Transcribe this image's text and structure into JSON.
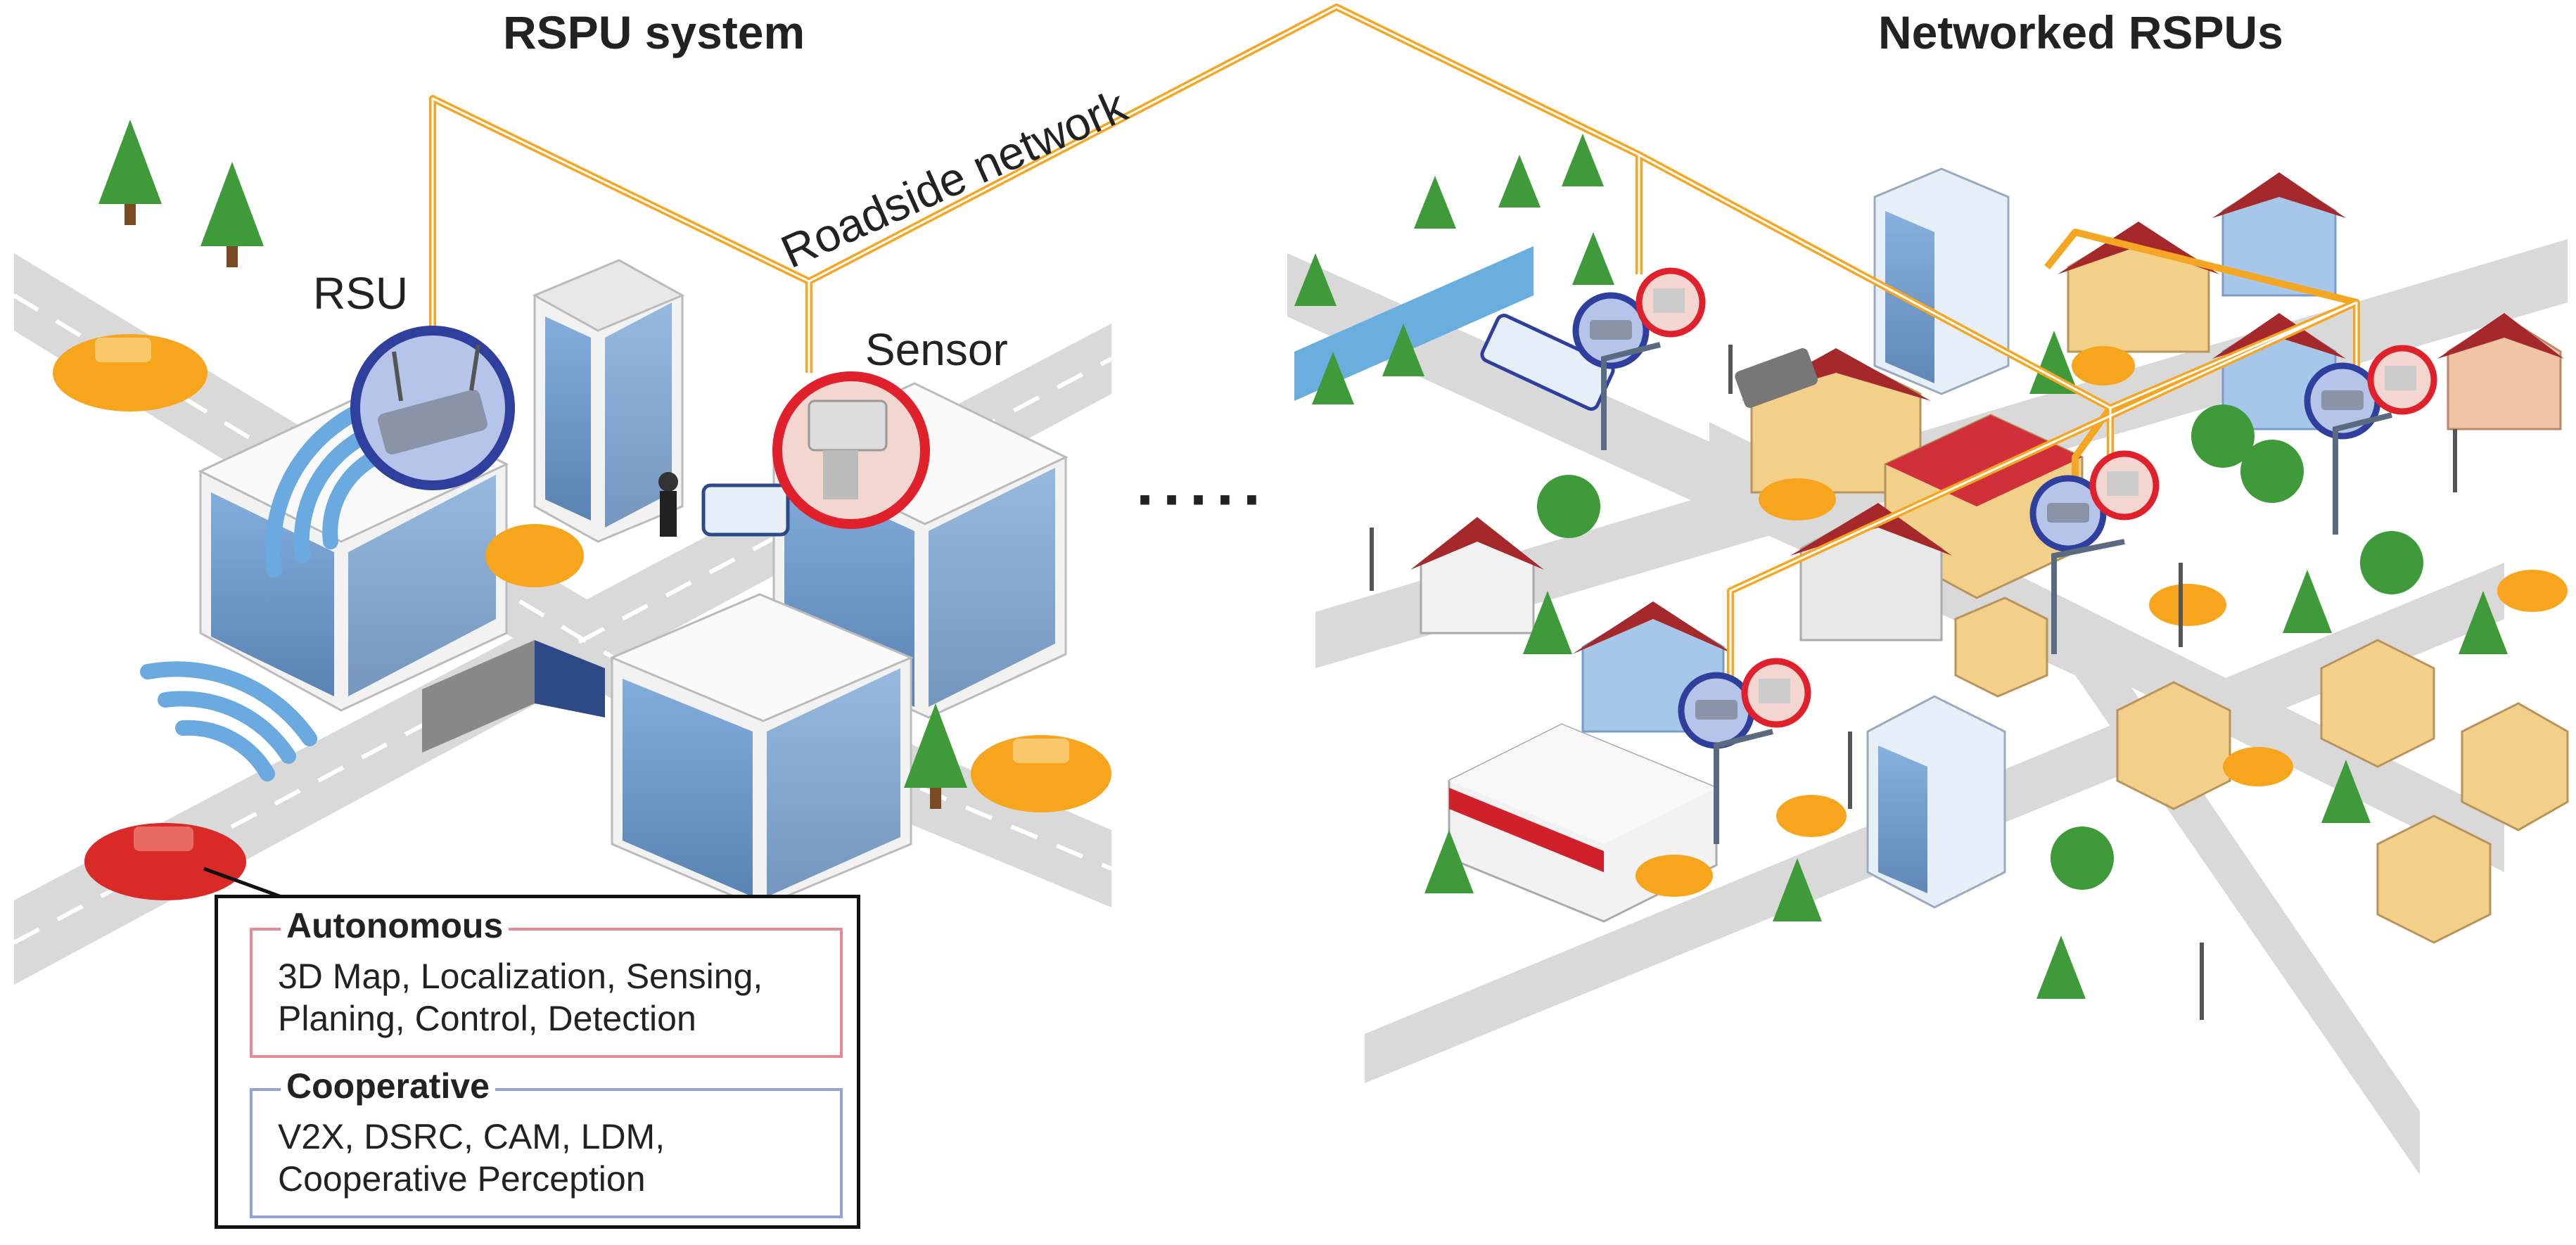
{
  "left_title": "RSPU system",
  "right_title": "Networked RSPUs",
  "rsu_label": "RSU",
  "sensor_label": "Sensor",
  "network_label": "Roadside network",
  "ellipsis": "·····",
  "autonomous": {
    "title": "Autonomous",
    "line1": "3D Map, Localization, Sensing,",
    "line2": "Planing, Control, Detection"
  },
  "cooperative": {
    "title": "Cooperative",
    "line1": "V2X, DSRC, CAM, LDM,",
    "line2": "Cooperative Perception"
  },
  "colors": {
    "network": "#f5a623",
    "rsu_ring": "#2e3f9e",
    "sensor_ring": "#e0202a",
    "autonomous_border": "#e88a95",
    "cooperative_border": "#93a3d6",
    "taxi": "#f7a51c",
    "road": "#d9d9d9",
    "building_glass": "#5b8fc7",
    "tree": "#3f9b3a",
    "roof": "#a5292a"
  }
}
